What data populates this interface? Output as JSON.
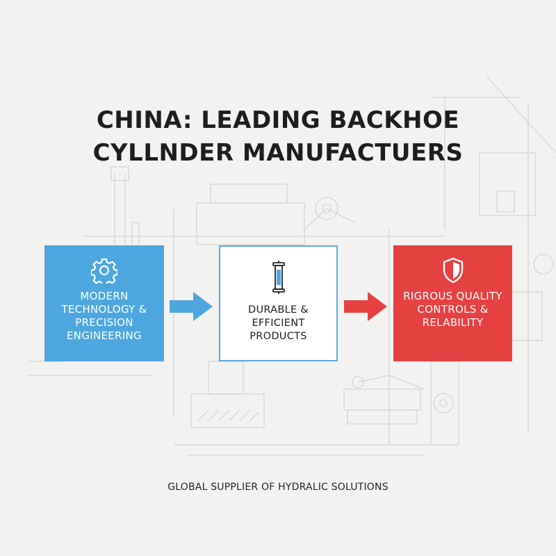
{
  "title": {
    "line1": "CHINA: LEADING BACKHOE",
    "line2": "CYLLNDER MANUFACTUERS"
  },
  "steps": [
    {
      "label": "MODERN TECHNOLOGY & PRECISION ENGINEERING",
      "icon": "gear-icon",
      "color": "#4ea6df"
    },
    {
      "label": "DURABLE & EFFICIENT PRODUCTS",
      "icon": "hydraulic-cylinder-icon",
      "color": "#ffffff"
    },
    {
      "label": "RIGROUS QUALITY CONTROLS & RELABILITY",
      "icon": "shield-icon",
      "color": "#e64141"
    }
  ],
  "arrows": [
    {
      "icon": "arrow-right-icon",
      "color": "#4ea6df"
    },
    {
      "icon": "arrow-right-icon",
      "color": "#e64141"
    }
  ],
  "footer": "GLOBAL SUPPLIER OF HYDRALIC SOLUTIONS"
}
